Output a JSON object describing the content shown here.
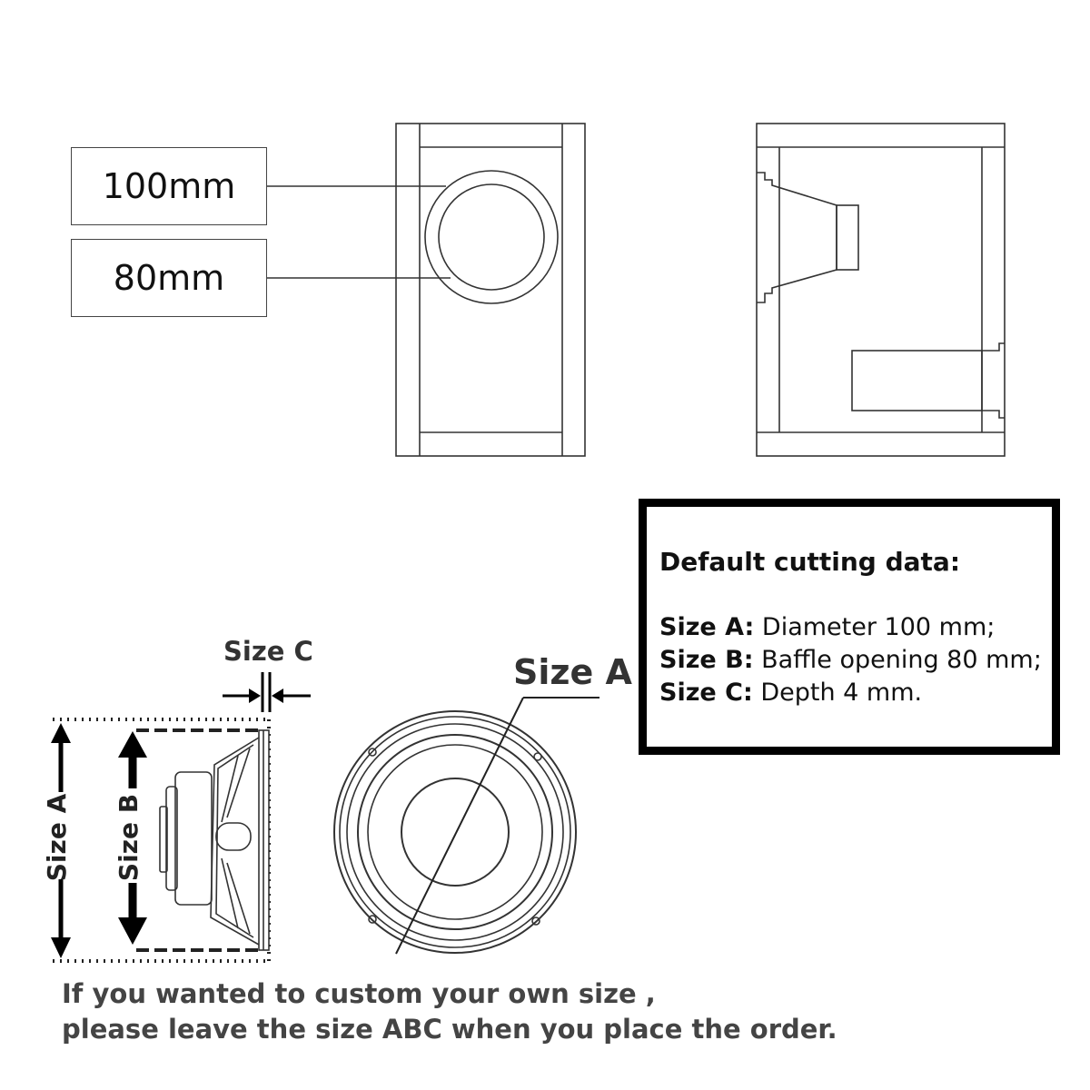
{
  "callouts": {
    "outer_diameter": "100mm",
    "opening_diameter": "80mm"
  },
  "info_box": {
    "title": "Default cutting data:",
    "rows": [
      {
        "key": "Size A:",
        "value": " Diameter 100 mm;"
      },
      {
        "key": "Size B:",
        "value": " Baffle opening 80 mm;"
      },
      {
        "key": "Size C:",
        "value": " Depth 4 mm."
      }
    ]
  },
  "dimension_labels": {
    "size_a": "Size A",
    "size_b": "Size B",
    "size_c": "Size C"
  },
  "note": {
    "line1": "If you wanted to custom your own size ,",
    "line2": "please leave the size ABC when you place the order."
  }
}
